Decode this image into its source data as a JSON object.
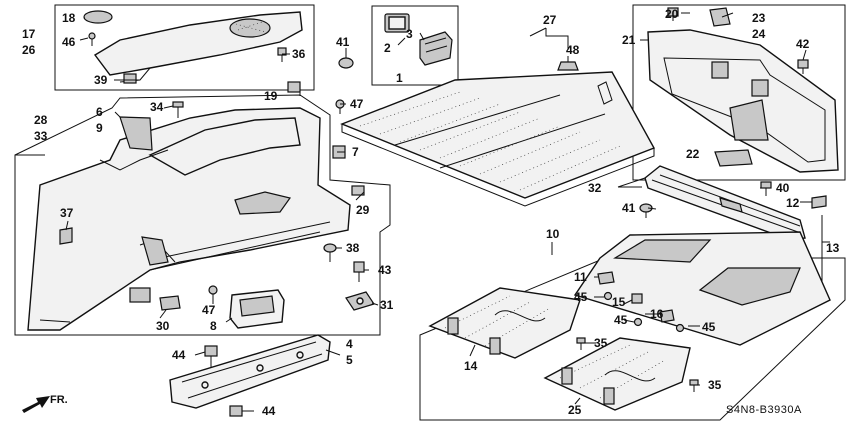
{
  "diagram_code": "S4N8-B3930A",
  "direction": "FR.",
  "labels": {
    "l18": "18",
    "l46": "46",
    "l17": "17",
    "l26": "26",
    "l36": "36",
    "l39": "39",
    "l41": "41",
    "l1": "1",
    "l2": "2",
    "l3": "3",
    "l27": "27",
    "l48": "48",
    "l20": "20",
    "l23": "23",
    "l24": "24",
    "l21": "21",
    "l42": "42",
    "l19": "19",
    "l6": "6",
    "l9": "9",
    "l34": "34",
    "l47a": "47",
    "l7": "7",
    "l28": "28",
    "l33": "33",
    "l22": "22",
    "l32": "32",
    "l40": "40",
    "l12": "12",
    "l41b": "41",
    "l29": "29",
    "l37": "37",
    "l38": "38",
    "l43": "43",
    "l10": "10",
    "l13": "13",
    "l11": "11",
    "l45a": "45",
    "l15": "15",
    "l31": "31",
    "l30": "30",
    "l47b": "47",
    "l8": "8",
    "l16": "16",
    "l45b": "45",
    "l45c": "45",
    "l35a": "35",
    "l44a": "44",
    "l4": "4",
    "l5": "5",
    "l14": "14",
    "l35b": "35",
    "l25": "25",
    "l44b": "44"
  }
}
